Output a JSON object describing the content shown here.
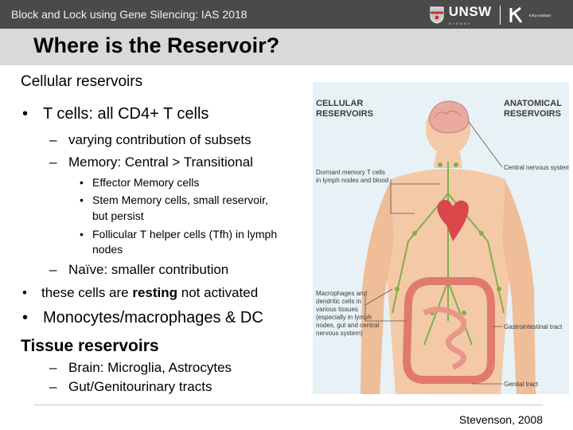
{
  "header": {
    "title": "Block and Lock using Gene Silencing: IAS 2018",
    "logo_text": "UNSW",
    "logo_sub": "SYDNEY",
    "kirby_text": "Kirby Institute"
  },
  "slide": {
    "heading": "Where is the Reservoir?",
    "cellular_heading": "Cellular reservoirs",
    "b1": "T cells: all CD4+ T cells",
    "b1_1": "varying contribution of subsets",
    "b1_2": "Memory: Central > Transitional",
    "b1_2_1": "Effector Memory cells",
    "b1_2_2a": "Stem Memory cells,  small reservoir,",
    "b1_2_2b": "but persist",
    "b1_2_3a": "Follicular T helper cells (Tfh) in lymph",
    "b1_2_3b": "nodes",
    "b1_3": "Naïve: smaller contribution",
    "b2_pre": "these cells are ",
    "b2_bold": "resting",
    "b2_post": " not activated",
    "b3": "Monocytes/macrophages & DC",
    "tissue_heading": "Tissue reservoirs",
    "t1": "Brain: Microglia, Astrocytes",
    "t2": "Gut/Genitourinary tracts"
  },
  "figure": {
    "cellular_title_1": "CELLULAR",
    "cellular_title_2": "RESERVOIRS",
    "anatomical_title_1": "ANATOMICAL",
    "anatomical_title_2": "RESERVOIRS",
    "dormant_1": "Dormant memory T cells",
    "dormant_2": "in lymph nodes and blood",
    "macro_1": "Macrophages and",
    "macro_2": "dendritic cells in",
    "macro_3": "various tissues",
    "macro_4": "(especially in lymph",
    "macro_5": "nodes, gut and central",
    "macro_6": "nervous system)",
    "cns": "Central nervous system",
    "gi": "Gastrointestinal tract",
    "genital": "Genital tract"
  },
  "citation": "Stevenson, 2008",
  "colors": {
    "topbar": "#4a4a4a",
    "heading_band": "#d9d9d9",
    "figure_bg": "#e8f1f5",
    "skin": "#f4c9a8",
    "organ_red": "#d9474b",
    "gut": "#e07a6e",
    "lymph_green": "#7fb04a"
  }
}
